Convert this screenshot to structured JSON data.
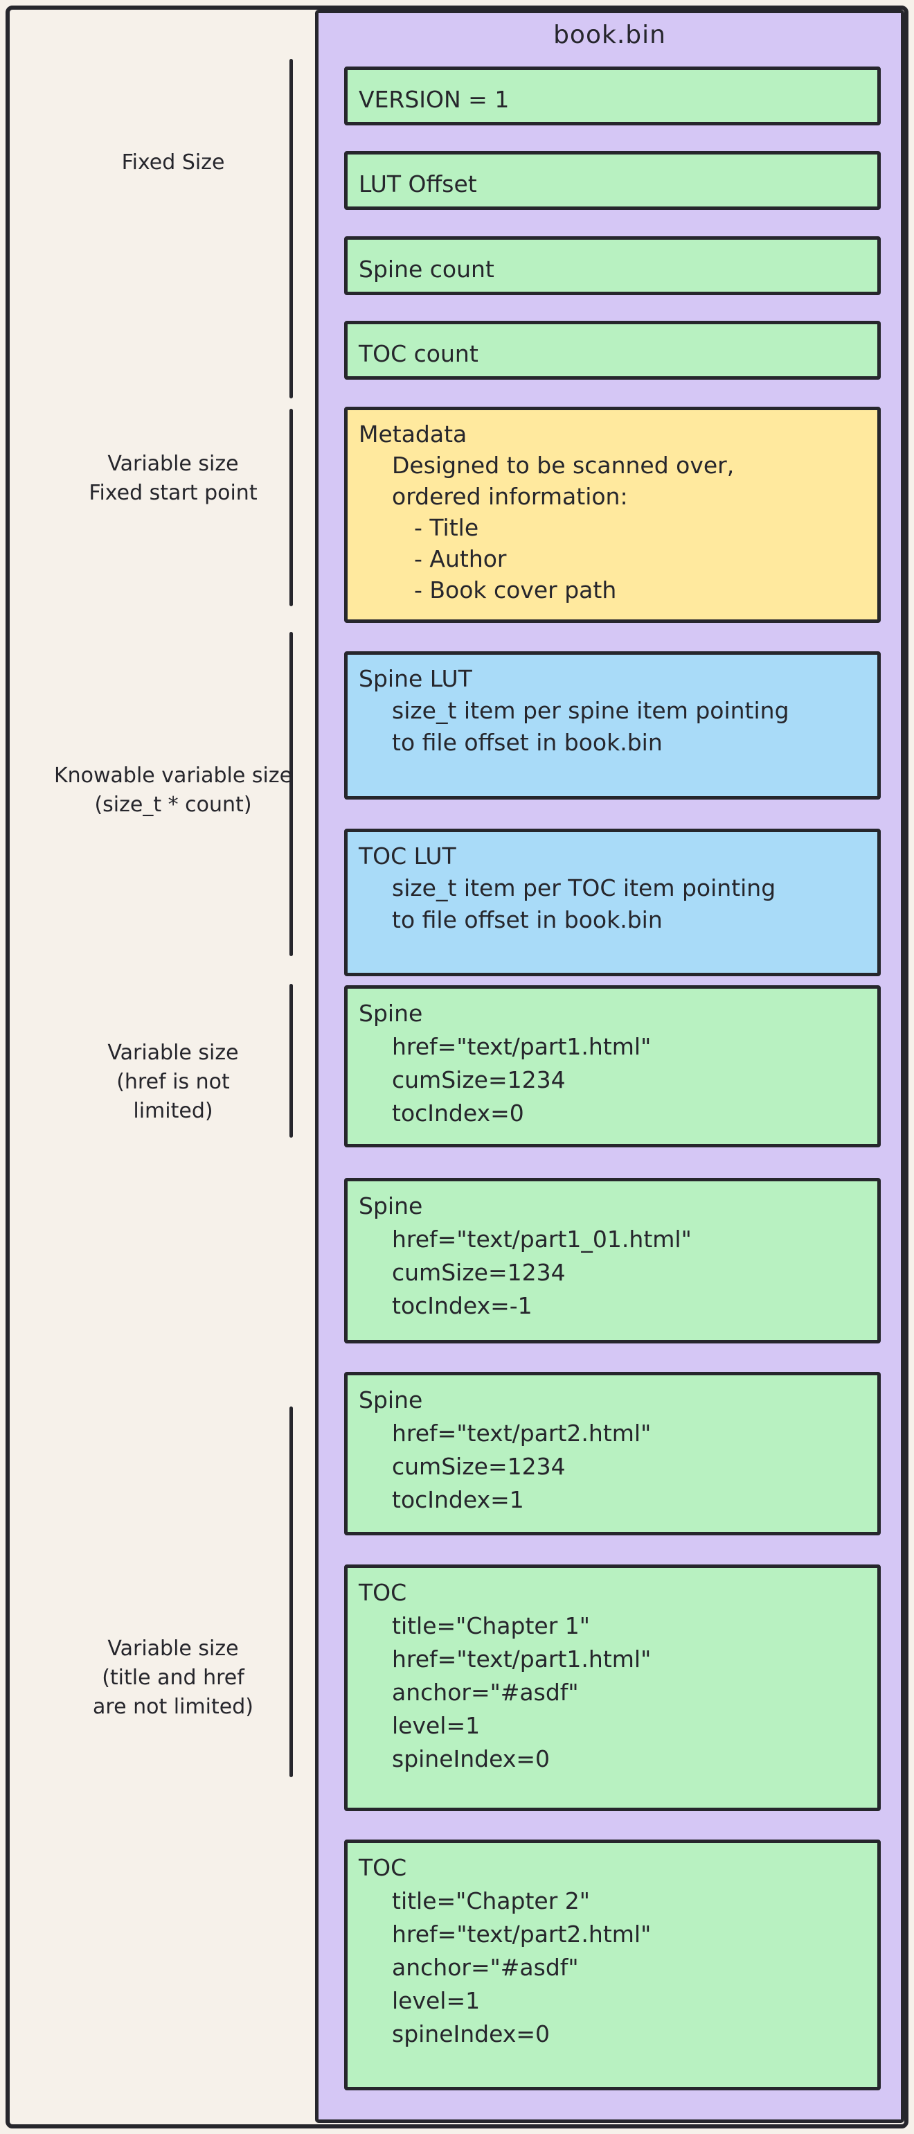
{
  "colors": {
    "canvas": "#f6f1ea",
    "stroke": "#26262c",
    "container_fill": "#d5c7f5",
    "green_fill": "#b8f1c1",
    "yellow_fill": "#ffe99e",
    "blue_fill": "#a9dbf8"
  },
  "file": {
    "title": "book.bin"
  },
  "labels": [
    {
      "lines": [
        "Fixed Size",
        "",
        ""
      ]
    },
    {
      "lines": [
        "Variable size",
        "Fixed start point",
        ""
      ]
    },
    {
      "lines": [
        "Knowable variable size",
        "(size_t * count)",
        ""
      ]
    },
    {
      "lines": [
        "Variable size",
        "(href is not",
        "limited)"
      ]
    },
    {
      "lines": [
        "Variable size",
        "(title and href",
        "are not limited)"
      ]
    }
  ],
  "blocks": [
    {
      "title": "VERSION = 1",
      "lines": []
    },
    {
      "title": "LUT Offset",
      "lines": []
    },
    {
      "title": "Spine count",
      "lines": []
    },
    {
      "title": "TOC count",
      "lines": []
    },
    {
      "title": "Metadata",
      "lines": [
        "Designed to be scanned over,",
        "ordered information:",
        "- Title",
        "- Author",
        "- Book cover path"
      ]
    },
    {
      "title": "Spine LUT",
      "lines": [
        "size_t item per spine item pointing",
        "to file offset in book.bin"
      ]
    },
    {
      "title": "TOC LUT",
      "lines": [
        "size_t item per TOC item pointing",
        "to file offset in book.bin"
      ]
    },
    {
      "title": "Spine",
      "lines": [
        "href=\"text/part1.html\"",
        "cumSize=1234",
        "tocIndex=0"
      ]
    },
    {
      "title": "Spine",
      "lines": [
        "href=\"text/part1_01.html\"",
        "cumSize=1234",
        "tocIndex=-1"
      ]
    },
    {
      "title": "Spine",
      "lines": [
        "href=\"text/part2.html\"",
        "cumSize=1234",
        "tocIndex=1"
      ]
    },
    {
      "title": "TOC",
      "lines": [
        "title=\"Chapter 1\"",
        "href=\"text/part1.html\"",
        "anchor=\"#asdf\"",
        "level=1",
        "spineIndex=0"
      ]
    },
    {
      "title": "TOC",
      "lines": [
        "title=\"Chapter 2\"",
        "href=\"text/part2.html\"",
        "anchor=\"#asdf\"",
        "level=1",
        "spineIndex=0"
      ]
    }
  ]
}
